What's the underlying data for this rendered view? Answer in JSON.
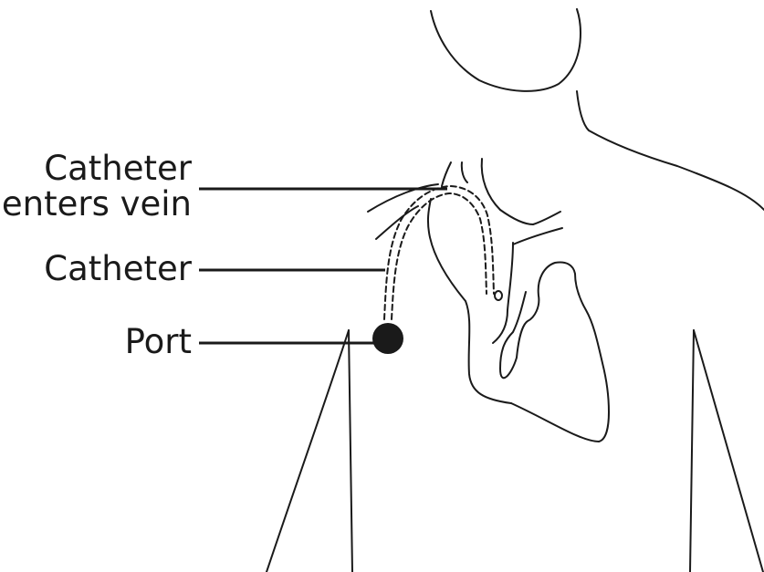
{
  "labels": {
    "catheter_enters_vein": [
      "Catheter",
      "enters vein"
    ],
    "catheter": "Catheter",
    "port": "Port"
  },
  "colors": {
    "ink": "#1a1a1a",
    "background": "#ffffff"
  }
}
